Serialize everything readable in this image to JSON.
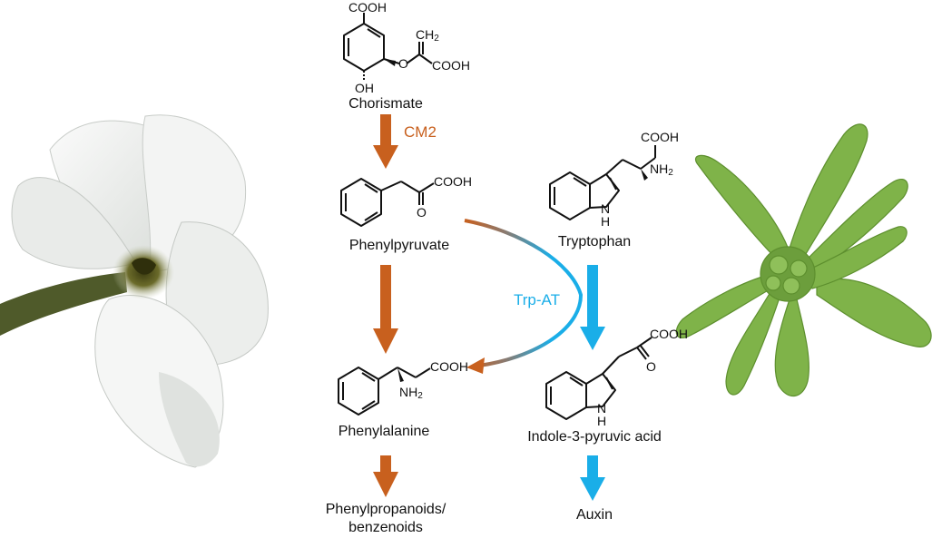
{
  "colors": {
    "orange": "#c8601e",
    "blue": "#1aaee8",
    "ink": "#111111",
    "petal": "#eef0ee",
    "flower_center": "#4a4a1c",
    "leaf": "#7fb349",
    "leaf_dark": "#5d8f2e"
  },
  "icons": {
    "flower": "white-petunia-flower-photo",
    "plant": "arabidopsis-rosette-photo"
  },
  "compounds": {
    "chorismate": {
      "name": "Chorismate",
      "cooh_top": "COOH",
      "ch2_group": "CH",
      "ch2_sub": "2",
      "oxygen": "O",
      "cooh_side": "COOH",
      "hydroxyl": "OH"
    },
    "phenylpyruvate": {
      "name": "Phenylpyruvate",
      "cooh": "COOH",
      "oxygen": "O"
    },
    "tryptophan": {
      "name": "Tryptophan",
      "cooh": "COOH",
      "amine": "NH",
      "amine_sub": "2",
      "ring_nh": "N",
      "ring_h": "H"
    },
    "phenylalanine": {
      "name": "Phenylalanine",
      "cooh": "COOH",
      "amine": "NH",
      "amine_sub": "2"
    },
    "ipa": {
      "name": "Indole-3-pyruvic acid",
      "cooh": "COOH",
      "oxygen": "O",
      "ring_nh": "N",
      "ring_h": "H"
    },
    "phenylpropanoids": {
      "line1": "Phenylpropanoids/",
      "line2": "benzenoids"
    },
    "auxin": {
      "name": "Auxin"
    }
  },
  "enzymes": {
    "cm2": "CM2",
    "trp_at": "Trp-AT"
  }
}
